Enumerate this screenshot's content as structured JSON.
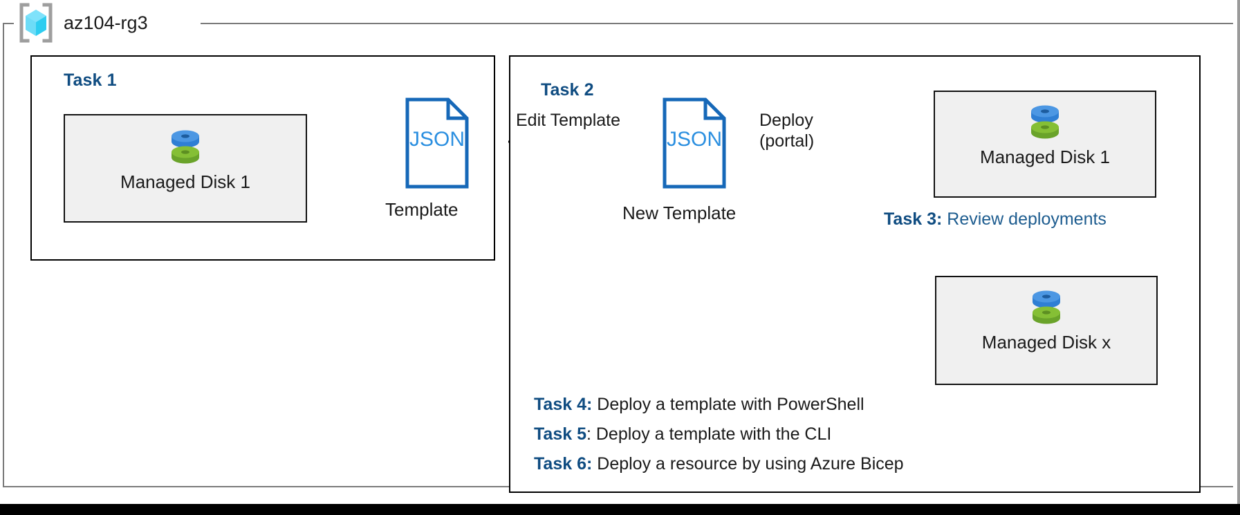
{
  "resource_group": {
    "name": "az104-rg3",
    "icon": "azure-resource-group-icon"
  },
  "task1": {
    "heading": "Task 1",
    "resource": {
      "icon": "managed-disk-icon",
      "caption": "Managed Disk 1"
    },
    "template": {
      "icon": "json-document-icon",
      "icon_text": "JSON",
      "caption": "Template"
    }
  },
  "task2": {
    "heading": "Task 2",
    "edit_arrow_label": "Edit Template",
    "new_template": {
      "icon": "json-document-icon",
      "icon_text": "JSON",
      "caption": "New Template"
    },
    "deploy_arrow_label_line1": "Deploy",
    "deploy_arrow_label_line2": "(portal)",
    "deployed_disk_1": {
      "icon": "managed-disk-icon",
      "caption": "Managed Disk 1"
    },
    "deployed_disk_x": {
      "icon": "managed-disk-icon",
      "caption": "Managed Disk x"
    }
  },
  "task3": {
    "key": "Task 3:",
    "value": " Review deployments"
  },
  "task_list": [
    {
      "key": "Task 4:",
      "value": " Deploy a template with PowerShell"
    },
    {
      "key": "Task 5",
      "value": ": Deploy a template with the CLI"
    },
    {
      "key": "Task 6:",
      "value": " Deploy a resource by using Azure Bicep"
    }
  ],
  "colors": {
    "task_heading_blue": "#0f4c81",
    "task3_value_blue": "#1d5c8f",
    "json_outline_blue": "#1668b8",
    "json_text_blue": "#2b8fe0",
    "disk_blue": "#3d8ee0",
    "disk_green": "#7fba33",
    "card_fill": "#f0f0f0",
    "frame_gray": "#7a7a7a",
    "line_black": "#000000"
  }
}
